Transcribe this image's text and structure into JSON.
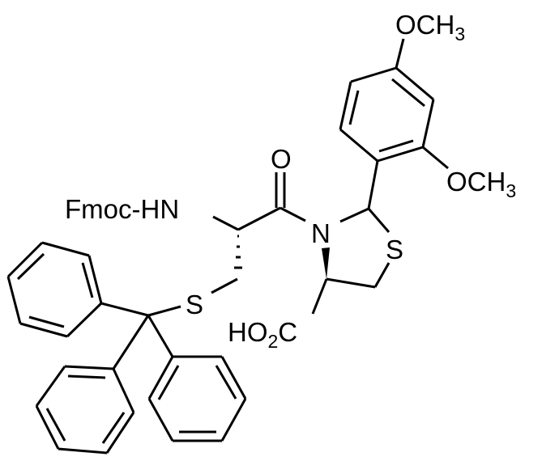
{
  "diagram": {
    "type": "chemical-structure",
    "colors": {
      "bond": "#000000",
      "background": "#ffffff"
    },
    "labels": {
      "ome_top": {
        "main": "OCH",
        "sub": "3"
      },
      "ome_ortho": {
        "main": "OCH",
        "sub": "3"
      },
      "carbonyl_o": "O",
      "amide_n": "N",
      "thiazolidine_s": "S",
      "fmoc_hn": "Fmoc-HN",
      "thioether_s": "S",
      "acid": {
        "pre": "HO",
        "sub": "2",
        "post": "C"
      }
    },
    "groups": [
      "2,4-dimethoxyphenyl",
      "thiazolidine ring",
      "carboxylic acid",
      "amide carbonyl",
      "Fmoc-protected amine",
      "S-trityl cysteine side chain",
      "triphenylmethyl (trityl)"
    ]
  }
}
